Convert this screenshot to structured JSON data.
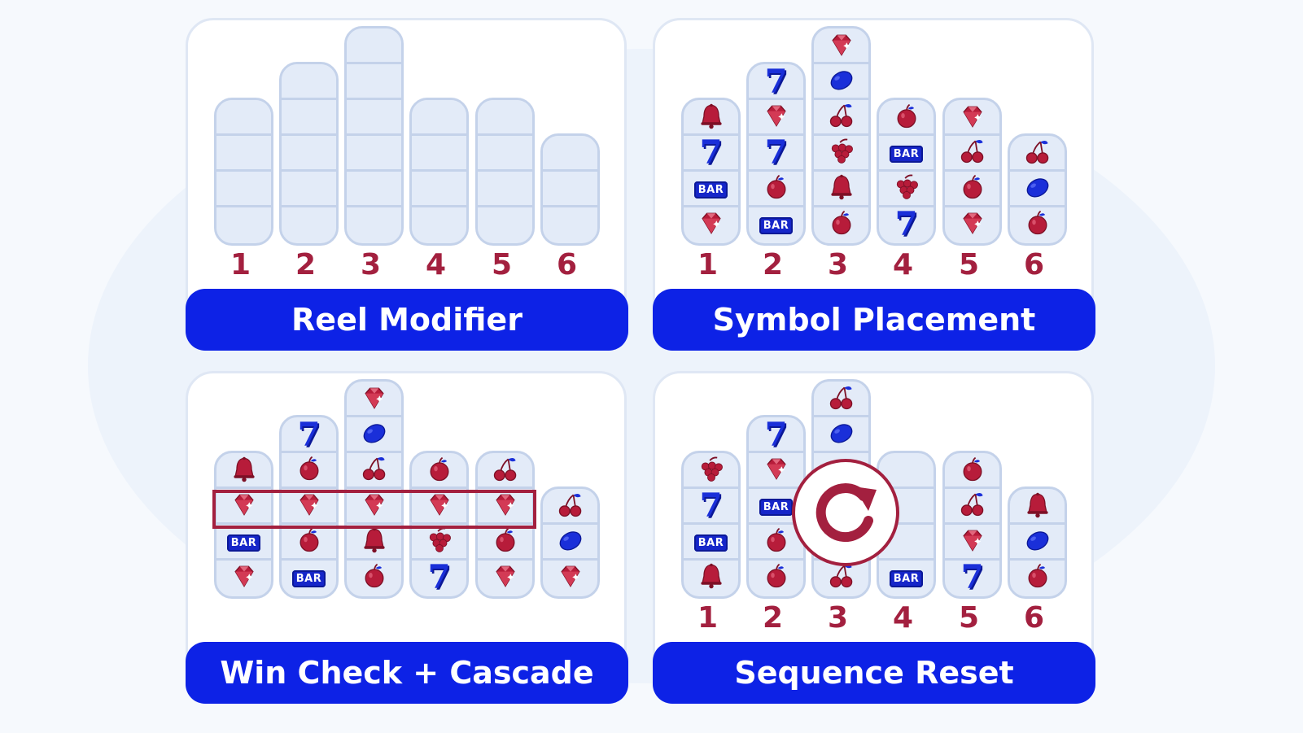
{
  "colors": {
    "banner": "#0d22e6",
    "accent": "#a3203f",
    "reel_fill": "#e3ebf8",
    "reel_border": "#c4d2ea"
  },
  "panels": [
    {
      "title": "Reel Modifier",
      "show_numbers": true,
      "reel_numbers": [
        "1",
        "2",
        "3",
        "4",
        "5",
        "6"
      ],
      "reels": [
        {
          "rows": 4,
          "symbols": []
        },
        {
          "rows": 5,
          "symbols": []
        },
        {
          "rows": 6,
          "symbols": []
        },
        {
          "rows": 4,
          "symbols": []
        },
        {
          "rows": 4,
          "symbols": []
        },
        {
          "rows": 3,
          "symbols": []
        }
      ]
    },
    {
      "title": "Symbol Placement",
      "show_numbers": true,
      "reel_numbers": [
        "1",
        "2",
        "3",
        "4",
        "5",
        "6"
      ],
      "reels": [
        {
          "rows": 4,
          "symbols": [
            "bell-icon",
            "seven-icon",
            "bar-icon",
            "gem-icon"
          ]
        },
        {
          "rows": 5,
          "symbols": [
            "seven-icon",
            "gem-icon",
            "seven-icon",
            "apple-icon",
            "bar-icon"
          ]
        },
        {
          "rows": 6,
          "symbols": [
            "gem-icon",
            "lemon-icon",
            "cherry-icon",
            "grapes-icon",
            "bell-icon",
            "apple-icon"
          ]
        },
        {
          "rows": 4,
          "symbols": [
            "apple-icon",
            "bar-icon",
            "grapes-icon",
            "seven-icon"
          ]
        },
        {
          "rows": 4,
          "symbols": [
            "gem-icon",
            "cherry-icon",
            "apple-icon",
            "gem-icon"
          ]
        },
        {
          "rows": 3,
          "symbols": [
            "cherry-icon",
            "lemon-icon",
            "apple-icon"
          ]
        }
      ]
    },
    {
      "title": "Win Check + Cascade",
      "show_numbers": false,
      "reel_numbers": [],
      "win_line": {
        "row_from_bottom": 3,
        "reels": [
          1,
          2,
          3,
          4,
          5
        ]
      },
      "reels": [
        {
          "rows": 4,
          "symbols": [
            "bell-icon",
            "gem-icon",
            "bar-icon",
            "gem-icon"
          ]
        },
        {
          "rows": 5,
          "symbols": [
            "seven-icon",
            "apple-icon",
            "gem-icon",
            "apple-icon",
            "bar-icon"
          ]
        },
        {
          "rows": 6,
          "symbols": [
            "gem-icon",
            "lemon-icon",
            "cherry-icon",
            "gem-icon",
            "bell-icon",
            "apple-icon"
          ]
        },
        {
          "rows": 4,
          "symbols": [
            "apple-icon",
            "gem-icon",
            "grapes-icon",
            "seven-icon"
          ]
        },
        {
          "rows": 4,
          "symbols": [
            "cherry-icon",
            "gem-icon",
            "apple-icon",
            "gem-icon"
          ]
        },
        {
          "rows": 3,
          "symbols": [
            "cherry-icon",
            "lemon-icon",
            "gem-icon"
          ]
        }
      ]
    },
    {
      "title": "Sequence Reset",
      "show_numbers": true,
      "reel_numbers": [
        "1",
        "2",
        "3",
        "4",
        "5",
        "6"
      ],
      "reset_icon": "refresh-icon",
      "reels": [
        {
          "rows": 4,
          "symbols": [
            "grapes-icon",
            "seven-icon",
            "bar-icon",
            "bell-icon"
          ]
        },
        {
          "rows": 5,
          "symbols": [
            "seven-icon",
            "gem-icon",
            "bar-icon",
            "apple-icon",
            "apple-icon"
          ]
        },
        {
          "rows": 6,
          "symbols": [
            "cherry-icon",
            "lemon-icon",
            "",
            "",
            "",
            "cherry-icon"
          ]
        },
        {
          "rows": 4,
          "symbols": [
            "",
            "",
            "",
            "bar-icon"
          ]
        },
        {
          "rows": 4,
          "symbols": [
            "apple-icon",
            "cherry-icon",
            "gem-icon",
            "seven-icon"
          ]
        },
        {
          "rows": 3,
          "symbols": [
            "bell-icon",
            "lemon-icon",
            "apple-icon"
          ]
        }
      ]
    }
  ]
}
